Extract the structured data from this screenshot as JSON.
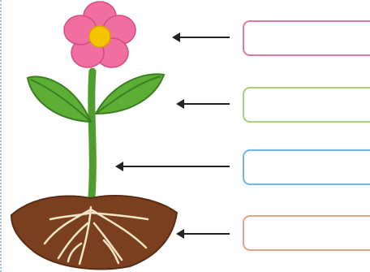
{
  "diagram": {
    "parts": [
      {
        "part": "flower",
        "label_text": "",
        "box_color": "#e07aa3"
      },
      {
        "part": "leaf",
        "label_text": "",
        "box_color": "#a9cf7a"
      },
      {
        "part": "stem",
        "label_text": "",
        "box_color": "#6fb6e6"
      },
      {
        "part": "root",
        "label_text": "",
        "box_color": "#e0a48a"
      }
    ],
    "colors": {
      "petal": "#f06fa0",
      "flower_center": "#f5c400",
      "leaf": "#5cae35",
      "stem": "#4f9d2f",
      "soil": "#7a3f1f",
      "root": "#f3e7c8",
      "arrow": "#222222",
      "frame_edge": "#a9c3d6"
    },
    "icons": [
      "flower-icon",
      "leaf-icon",
      "stem-icon",
      "soil-icon",
      "roots-icon",
      "arrow-left-icon"
    ]
  }
}
